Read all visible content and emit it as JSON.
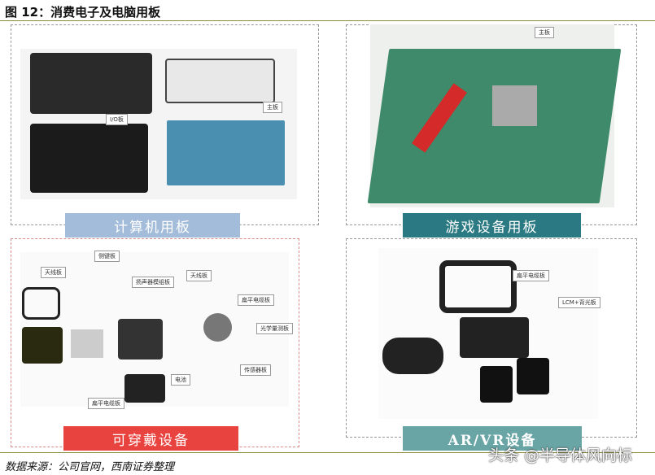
{
  "title": "图 12：消费电子及电脑用板",
  "panels": [
    {
      "banner": "计算机用板",
      "color": "#a3bcd9",
      "callouts": [
        "I/O板",
        "主板"
      ]
    },
    {
      "banner": "游戏设备用板",
      "color": "#2b7a83",
      "callouts": [
        "主板"
      ]
    },
    {
      "banner": "可穿戴设备",
      "color": "#e9433f",
      "callouts": [
        "天线板",
        "侧键板",
        "扬声器模组板",
        "天线板",
        "扁平电缆板",
        "光学量测板",
        "传感器板",
        "电池",
        "扁平电缆板"
      ]
    },
    {
      "banner": "AR/VR设备",
      "color": "#6aa5a6",
      "callouts": [
        "扁平电缆板",
        "LCM+背光板"
      ]
    }
  ],
  "source": "数据来源：公司官网，西南证券整理",
  "watermark": "头条 @半导体风向标"
}
